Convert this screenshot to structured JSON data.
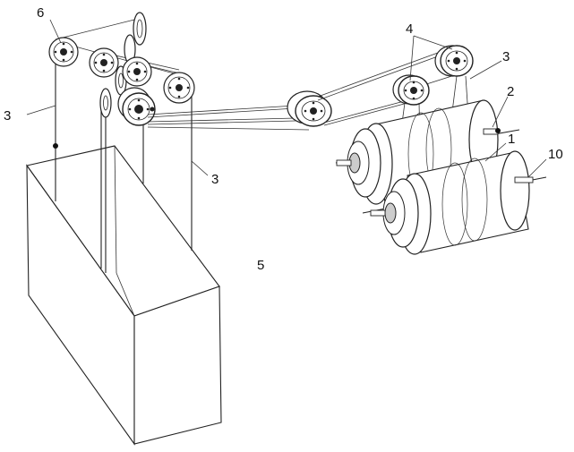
{
  "labels": {
    "l1": "1",
    "l2": "2",
    "l3a": "3",
    "l3b": "3",
    "l3c": "3",
    "l4": "4",
    "l5": "5",
    "l6": "6",
    "l10": "10"
  }
}
